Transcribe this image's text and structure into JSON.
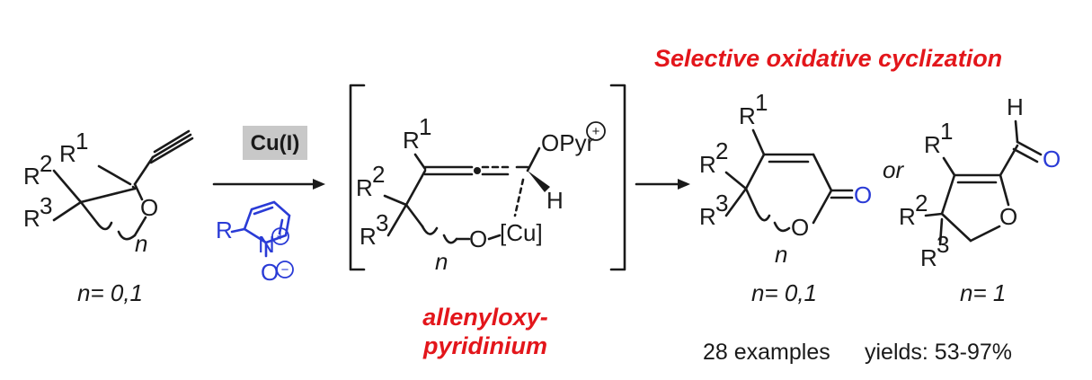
{
  "heading": "Selective oxidative cyclization",
  "reagent": "Cu(I)",
  "labels": {
    "r1": "R",
    "r2": "R",
    "r3": "R",
    "r": "R",
    "sup1": "1",
    "sup2": "2",
    "sup3": "3",
    "o": "O",
    "n": "n",
    "h": "H",
    "n_atom": "N",
    "plus": "+",
    "minus": "−",
    "opyr": "OPyr",
    "cu": "[Cu]",
    "or": "or"
  },
  "n_conditions": {
    "start": "n= 0,1",
    "product_a": "n= 0,1",
    "product_b": "n= 1"
  },
  "intermediate_name": [
    "allenyloxy-",
    "pyridinium"
  ],
  "summary": {
    "examples": "28 examples",
    "yields": "yields: 53-97%"
  },
  "colors": {
    "accent_red": "#e3161b",
    "reagent_blue": "#2a3bd6",
    "reagent_box": "#c8c8c8",
    "ink": "#1a1a1a"
  }
}
